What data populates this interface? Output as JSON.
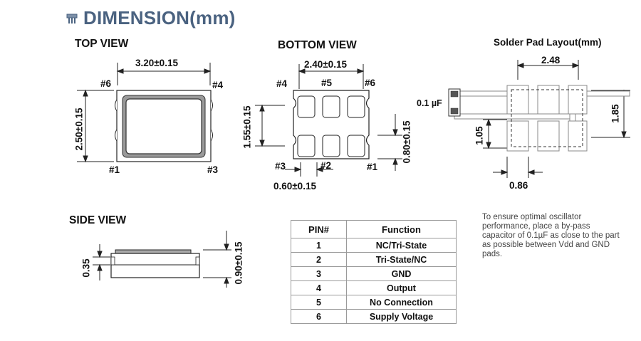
{
  "heading": {
    "title": "DIMENSION(mm)",
    "icon": "connector-pin-icon",
    "color": "#4a6280"
  },
  "top_view": {
    "label": "TOP VIEW",
    "width_dim": "3.20±0.15",
    "height_dim": "2.50±0.15",
    "pins": {
      "p6": "#6",
      "p4": "#4",
      "p1": "#1",
      "p3": "#3"
    }
  },
  "bottom_view": {
    "label": "BOTTOM VIEW",
    "width_dim": "2.40±0.15",
    "pad_span_dim": "1.55±0.15",
    "pad_height_dim": "0.80±0.15",
    "pad_width_dim": "0.60±0.15",
    "pins": {
      "p4": "#4",
      "p5": "#5",
      "p6": "#6",
      "p3": "#3",
      "p2": "#2",
      "p1": "#1"
    }
  },
  "solder_pad": {
    "label": "Solder Pad Layout(mm)",
    "width_dim": "2.48",
    "height_dim": "1.85",
    "pad_height_dim": "1.05",
    "pad_width_dim": "0.86",
    "capacitor_label": "0.1 µF"
  },
  "side_view": {
    "label": "SIDE VIEW",
    "base_dim": "0.35",
    "total_dim": "0.90±0.15"
  },
  "pin_table": {
    "headers": [
      "PIN#",
      "Function"
    ],
    "rows": [
      [
        "1",
        "NC/Tri-State"
      ],
      [
        "2",
        "Tri-State/NC"
      ],
      [
        "3",
        "GND"
      ],
      [
        "4",
        "Output"
      ],
      [
        "5",
        "No Connection"
      ],
      [
        "6",
        "Supply Voltage"
      ]
    ]
  },
  "note": "To ensure optimal oscillator performance, place a by-pass capacitor of 0.1µF as close to the part as possible between Vdd and GND pads."
}
